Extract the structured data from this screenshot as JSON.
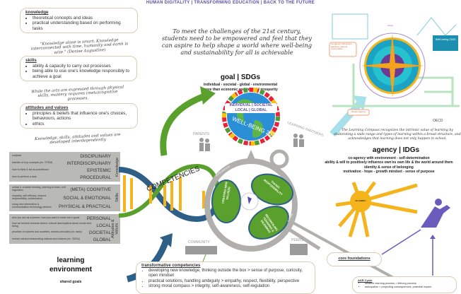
{
  "header": {
    "title": "HUMAN DIGITALITY | TRANSFORMING EDUCATION | BACK TO THE FUTURE"
  },
  "knowledge": {
    "title": "knowledge",
    "items": [
      "theoretical concepts and ideas",
      "practical understanding based on performing tasks"
    ]
  },
  "quote1": "\"Knowledge alone is smart. Knowledge interconnected with time, humanity and earth is wise.\" (Denise Augustine)",
  "skills": {
    "title": "skills",
    "items": [
      "ability & capacity to carry out processes",
      "being able to use one's knowledge responsibly to achieve a goal"
    ]
  },
  "quote2": "While the arts are expressed through physical skills, mastery requires (meta)cognitive processes.",
  "attitudes": {
    "title": "attitudes and values",
    "items": [
      "principles & beliefs that influence one's choices, behaviours, actions",
      "ethics"
    ]
  },
  "quote3": "Knowledge, skills, attitudes and values are developed interdependently",
  "table": {
    "groups": [
      {
        "label": "Knowledge",
        "rows": [
          [
            "subjects",
            "DISCIPLINARY"
          ],
          [
            "transfer of key concepts (ex. STEM)",
            "INTERDISCIPLINARY"
          ],
          [
            "how to think & act as practitioner",
            "EPISTEMIC"
          ],
          [
            "how to perform a task",
            "PROCEDURAL"
          ]
        ]
      },
      {
        "label": "Skills",
        "rows": [
          [
            "critical & creative thinking, learning to learn, self regulation",
            "(META) COGNITIVE"
          ],
          [
            "empathy, self-efficacy, respect, responsibility, collaboration",
            "SOCIAL & EMOTIONAL"
          ],
          [
            "using new information & communication technology devices",
            "PHYSICAL & PRACTICAL"
          ]
        ]
      },
      {
        "label": "Attitudes & Values",
        "rows": [
          [
            "who you are as a person, how you want to meet one's goals",
            "PERSONAL"
          ],
          [
            "how we behave towards others, cultural assumptions about social well-being",
            "LOCAL"
          ],
          [
            "priorities of cultures and societies, shared principles (ex. laws)",
            "DOCIETAL"
          ],
          [
            "human values transcending nations and cultures (ex. SDGs)",
            "GLOBAL"
          ]
        ]
      }
    ]
  },
  "learning_env": {
    "title": "learning environment",
    "sub": "shared goals"
  },
  "center_quote": "To meet the challenges of the 21st century, students need to be empowered and feel that they can aspire to help shape a world where well-being and sustainability for all is achievable",
  "goal": {
    "title": "goal | SDGs",
    "line1": "individual - societal - global - environmental",
    "line2": "more than economic and material prosperity"
  },
  "globe": {
    "label1": "INDIVIDUAL | SOCIETAL",
    "label2": "LOCAL | GLOBAL",
    "ring": "WELL-BEING 2030"
  },
  "dna": {
    "label": "COMPETENCIES"
  },
  "people": {
    "parents": "PARENTS",
    "partners": "LEARNING PARTNERS",
    "community": "COMMUNITY",
    "peers": "PEERS"
  },
  "compass": {
    "petals": [
      "CREATING NEW VALUE(S)",
      "TAKING RESPONSIBILITY",
      "RECONCILING TENSIONS & DILEMMAS"
    ],
    "ring": [
      "ANTICIPATION",
      "ACTION",
      "REFLECTION"
    ]
  },
  "oecd": {
    "bubble": "Co-agency with peers, teachers, parents, communities",
    "wellbeing": "Well-being 2030",
    "student": "Student agency",
    "action": "Action",
    "logo": "OECD"
  },
  "compass_quote": "The Learning Compass recognizes the intrinsic value of learning by elaborating a wide range and types of learning within a broad structure, and acknowledges that learning does not only happen in school.",
  "agency": {
    "title": "agency | IDGs",
    "lines": [
      "co-agency with environment - self-determination",
      "ability & will to positively influence own'es own life & the world around them",
      "identity & sense of belonging",
      "motivation - hope - growth mindset - sense of purpose"
    ]
  },
  "sun": {
    "center": "CO-AGENCY"
  },
  "transformative": {
    "title": "transformative competencies",
    "items": [
      "developing new knowledge, thinking outside the box > sense of purpose, curiosity, open mindset",
      "practical solutions, handling ambiguity > empathy, respect, flexibility, perspective",
      "strong moral compass > integrity, self-awareness, self-regulation"
    ]
  },
  "core": {
    "label": "core foundations"
  },
  "aar": {
    "title": "AAR Cycle",
    "items": [
      "iterative learning process > lifelong process",
      "anticipation > projecting consequences, potential impact"
    ]
  },
  "colors": {
    "purple": "#5a4ea3",
    "green": "#5aa02c",
    "blue": "#2e5f86",
    "orange": "#f5b31c",
    "grey": "#b9b9b5"
  }
}
